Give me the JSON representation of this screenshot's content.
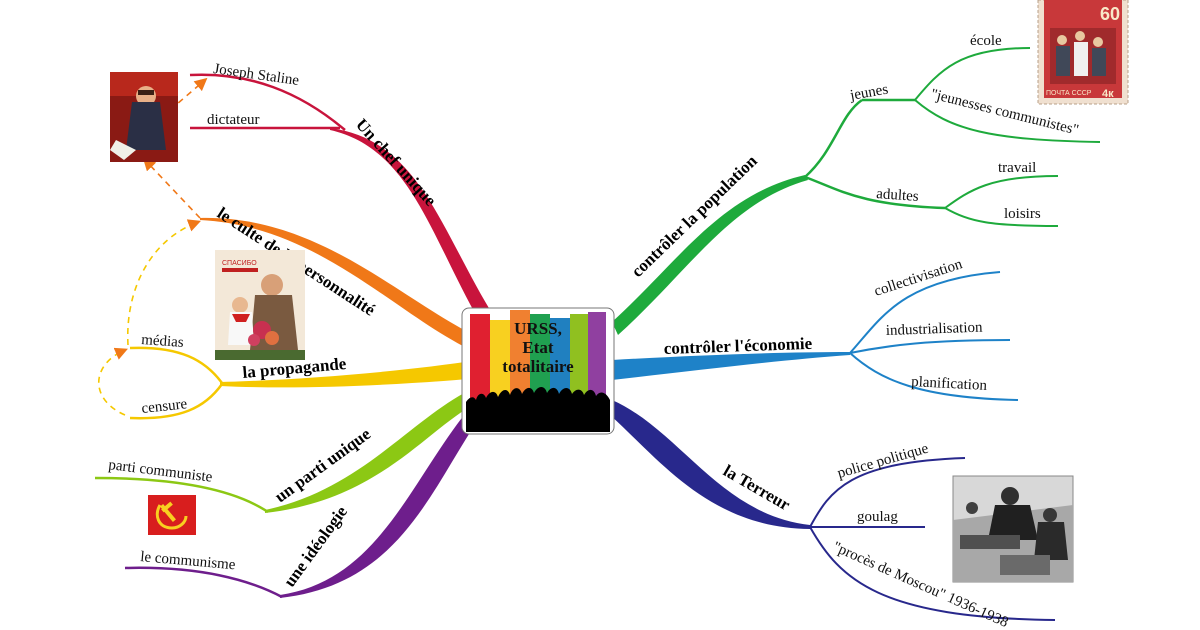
{
  "center": {
    "line1": "URSS,",
    "line2": "Etat",
    "line3": "totalitaire"
  },
  "branches": {
    "chef": {
      "label": "Un chef unique",
      "color": "#c8143c",
      "leaves": [
        "Joseph Staline",
        "dictateur"
      ]
    },
    "culte": {
      "label": "le culte de la personnalité",
      "color": "#f07818"
    },
    "propagande": {
      "label": "la propagande",
      "color": "#f5c800",
      "leaves": [
        "médias",
        "censure"
      ]
    },
    "parti": {
      "label": "un parti unique",
      "color": "#8cc814",
      "leaves": [
        "parti communiste"
      ]
    },
    "ideologie": {
      "label": "une idéologie",
      "color": "#6e1e8c",
      "leaves": [
        "le communisme"
      ]
    },
    "population": {
      "label": "contrôler la population",
      "color": "#1eaa3c",
      "leaves": [
        "jeunes",
        "école",
        "\"jeunesses communistes\"",
        "adultes",
        "travail",
        "loisirs"
      ]
    },
    "economie": {
      "label": "contrôler l'économie",
      "color": "#1e82c8",
      "leaves": [
        "collectivisation",
        "industrialisation",
        "planification"
      ]
    },
    "terreur": {
      "label": "la Terreur",
      "color": "#28288c",
      "leaves": [
        "police politique",
        "goulag",
        "\"procès de Moscou\" 1936-1938"
      ]
    }
  },
  "images": {
    "stalin_portrait": "stalin-portrait-icon",
    "propaganda_poster": "propaganda-poster-icon",
    "stamp": "soviet-stamp-icon",
    "trial_photo": "trial-photo-icon",
    "flag": "hammer-sickle-flag-icon",
    "stamp_year": "60",
    "stamp_caption": "ПОЧТА СССР",
    "stamp_value": "4к",
    "poster_caption": "СПАСИБО"
  },
  "arrow_color": "#f07818",
  "dashed_color": "#f5c800"
}
